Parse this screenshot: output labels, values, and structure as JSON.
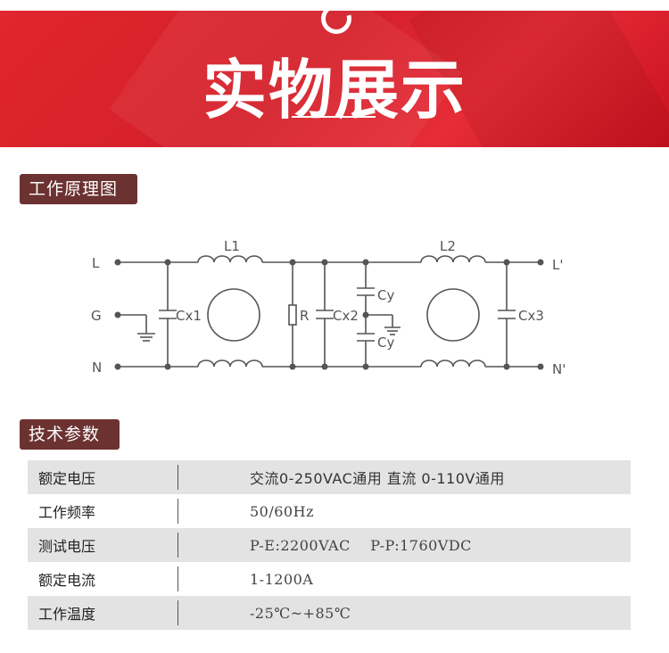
{
  "banner": {
    "title": "实物展示"
  },
  "sections": {
    "circuit_title": "工作原理图",
    "specs_title": "技术参数"
  },
  "circuit": {
    "terminals": {
      "line_in": "L",
      "ground": "G",
      "neutral_in": "N",
      "line_out": "L'",
      "neutral_out": "N'"
    },
    "components": {
      "inductor_1": "L1",
      "inductor_2": "L2",
      "cap_x1": "Cx1",
      "resistor": "R",
      "cap_x2": "Cx2",
      "cap_y_top": "Cy",
      "cap_y_bottom": "Cy",
      "cap_x3": "Cx3"
    }
  },
  "specs": [
    {
      "label": "额定电压",
      "value": "交流0-250VAC通用   直流 0-110V通用"
    },
    {
      "label": "工作频率",
      "value": "50/60Hz"
    },
    {
      "label": "测试电压",
      "value": "P-E:2200VAC    P-P:1760VDC"
    },
    {
      "label": "额定电流",
      "value": "1-1200A"
    },
    {
      "label": "工作温度",
      "value": "-25℃~+85℃"
    }
  ]
}
